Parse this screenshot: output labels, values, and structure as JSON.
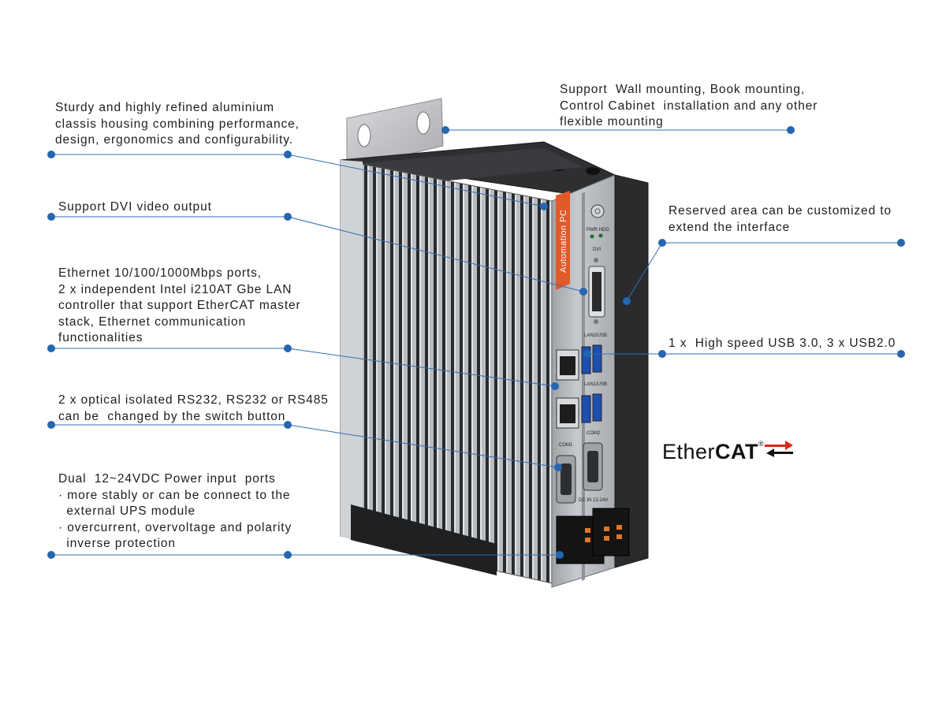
{
  "annotations": {
    "housing": "Sturdy and highly refined aluminium\nclassis housing combining performance,\ndesign, ergonomics and configurability.",
    "mounting": "Support  Wall mounting, Book mounting,\nControl Cabinet  installation and any other\nflexible mounting",
    "dvi": "Support DVI video output",
    "reserved": "Reserved area can be customized to\nextend the interface",
    "ethernet": "Ethernet 10/100/1000Mbps ports,\n2 x independent Intel i210AT Gbe LAN\ncontroller that support EtherCAT master\nstack, Ethernet communication\nfunctionalities",
    "usb": "1 x  High speed USB 3.0, 3 x USB2.0",
    "serial": "2 x optical isolated RS232, RS232 or RS485\ncan be  changed by the switch button",
    "power": "Dual  12~24VDC Power input  ports\n· more stably or can be connect to the\n  external UPS module\n· overcurrent, overvoltage and polarity\n  inverse protection"
  },
  "device": {
    "side_label": "Automation PC",
    "led_labels": "PWR HDD",
    "dvi_label": "DVI",
    "lan2_label": "LAN2/USB",
    "lan1_label": "LAN1/USB",
    "com1_label": "COM1",
    "com2_label": "COM2",
    "dc_label": "DC IN 12-24V"
  },
  "logo": {
    "ether": "Ether",
    "cat": "CAT",
    "reg": "®"
  },
  "colors": {
    "leader": "#2f6db5",
    "dot": "#2566b0",
    "accent": "#e05a2a",
    "logo_red": "#e0231b"
  }
}
